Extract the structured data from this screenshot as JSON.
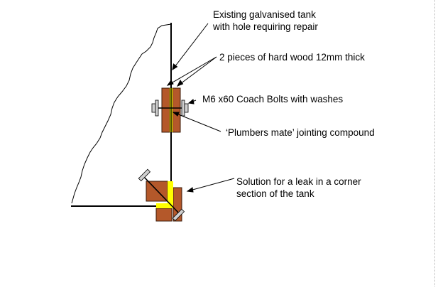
{
  "labels": {
    "tank_line1": "Existing galvanised tank",
    "tank_line2": "with hole requiring repair",
    "wood": "2 pieces of hard wood 12mm thick",
    "bolts": "M6 x60 Coach Bolts with washes",
    "compound": "‘Plumbers mate’ jointing compound",
    "corner_line1": "Solution for a leak in a corner",
    "corner_line2": "section of the tank"
  },
  "colors": {
    "wood": "#b4582a",
    "wood_outline": "#3a1a0a",
    "compound": "#ffff00",
    "washer": "#d0d0d0",
    "ink": "#000000"
  }
}
